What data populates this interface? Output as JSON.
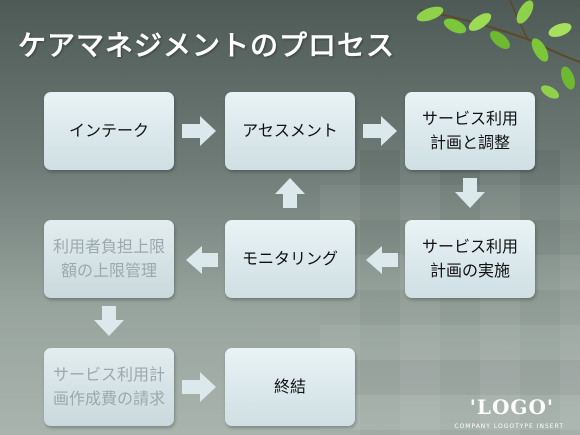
{
  "slide": {
    "title": "ケアマネジメントのプロセス"
  },
  "steps": {
    "intake": [
      "インテーク"
    ],
    "assessment": [
      "アセスメント"
    ],
    "plan_adjust": [
      "サービス利用",
      "計画と調整"
    ],
    "plan_impl": [
      "サービス利用",
      "計画の実施"
    ],
    "monitoring": [
      "モニタリング"
    ],
    "limit_mgmt": [
      "利用者負担上限",
      "額の上限管理"
    ],
    "billing": [
      "サービス利用計",
      "画作成費の請求"
    ],
    "end": [
      "終結"
    ]
  },
  "logo": {
    "text": "'LOGO'",
    "subtitle": "COMPANY LOGOTYPE INSERT"
  },
  "colors": {
    "box_fill": "#e2eef1",
    "arrow": "#dbe9ec",
    "muted_text": "#9aa9ad",
    "leaf_green": "#7cc63a"
  }
}
